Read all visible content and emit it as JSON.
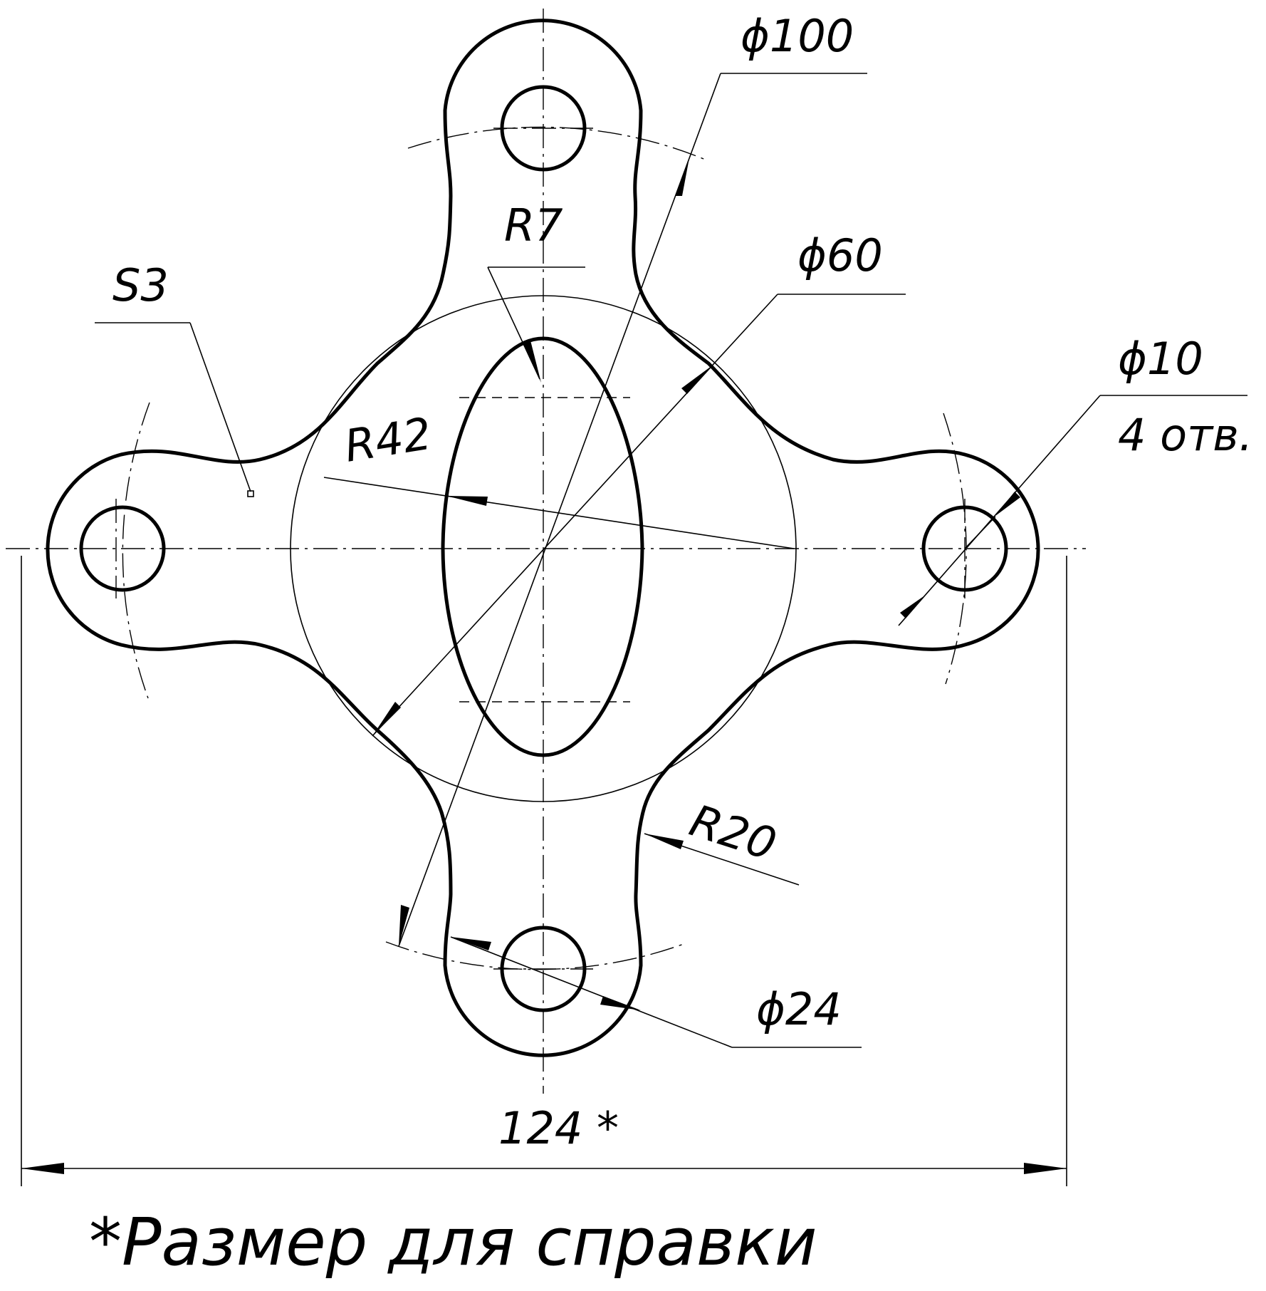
{
  "drawing": {
    "dimensions": {
      "d100": "ϕ100",
      "d60": "ϕ60",
      "d10": "ϕ10",
      "holes": "4 отв.",
      "r7": "R7",
      "s3": "S3",
      "r42": "R42",
      "r20": "R20",
      "d24": "ϕ24",
      "overall": "124 *"
    },
    "note": "*Размер для справки"
  }
}
